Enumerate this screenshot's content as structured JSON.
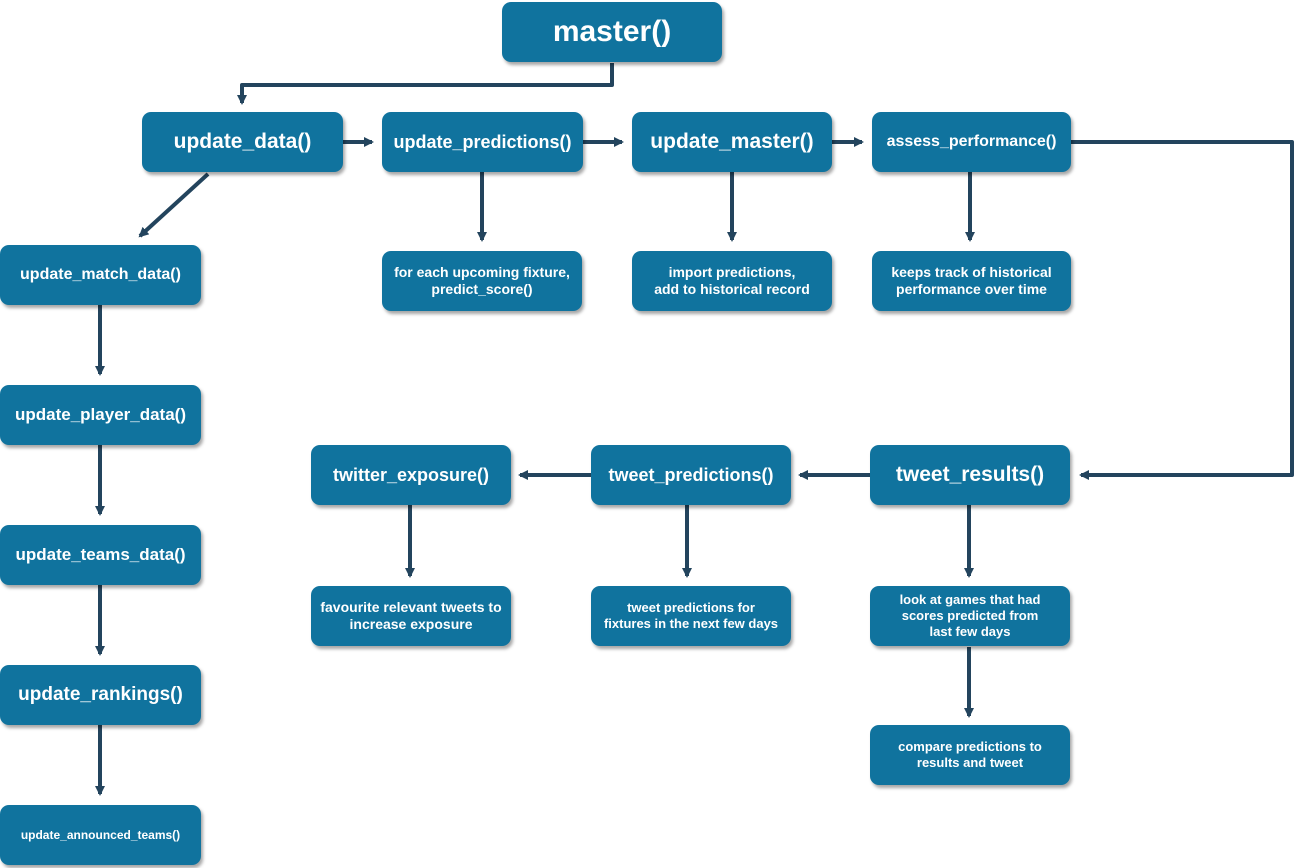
{
  "diagram": {
    "nodes": {
      "master": "master()",
      "update_data": "update_data()",
      "update_predictions": "update_predictions()",
      "update_master": "update_master()",
      "assess_performance": "assess_performance()",
      "predict_note": "for each upcoming fixture,\npredict_score()",
      "import_note": "import predictions,\nadd to historical record",
      "track_note": "keeps track of historical\nperformance over time",
      "update_match_data": "update_match_data()",
      "update_player_data": "update_player_data()",
      "update_teams_data": "update_teams_data()",
      "update_rankings": "update_rankings()",
      "update_announced_teams": "update_announced_teams()",
      "twitter_exposure": "twitter_exposure()",
      "tweet_predictions": "tweet_predictions()",
      "tweet_results": "tweet_results()",
      "favourite_note": "favourite relevant tweets to\nincrease exposure",
      "tweet_pred_note": "tweet predictions for\nfixtures in the next few days",
      "look_note": "look at games that had\nscores predicted from\nlast few days",
      "compare_note": "compare predictions to\nresults and tweet"
    }
  },
  "colors": {
    "node_fill": "#10739e",
    "arrow": "#23445d",
    "text": "#ffffff"
  }
}
